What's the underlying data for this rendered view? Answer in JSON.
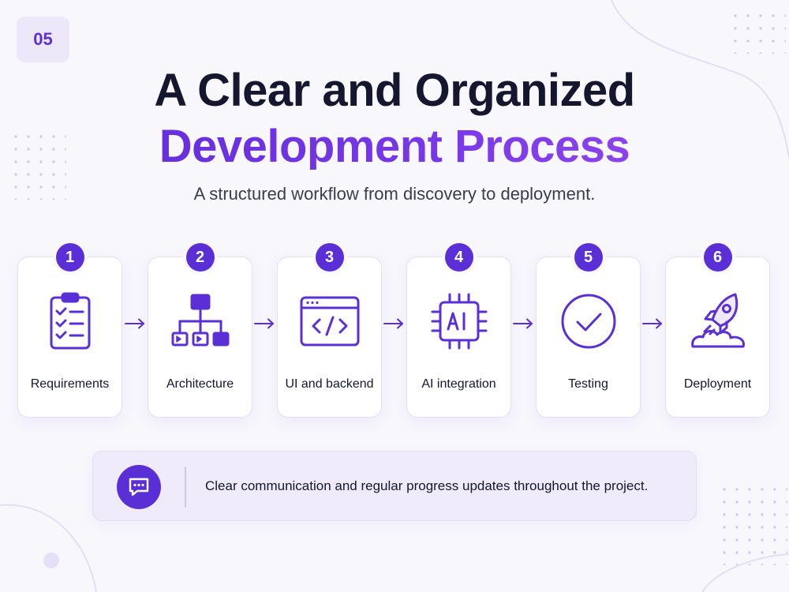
{
  "page_badge": "05",
  "title_line1": "A Clear and Organized",
  "title_line2": "Development Process",
  "subtitle": "A structured workflow from discovery to deployment.",
  "steps": [
    {
      "number": "1",
      "label": "Requirements",
      "icon": "clipboard-checklist-icon"
    },
    {
      "number": "2",
      "label": "Architecture",
      "icon": "hierarchy-diagram-icon"
    },
    {
      "number": "3",
      "label": "UI and backend",
      "icon": "code-window-icon"
    },
    {
      "number": "4",
      "label": "AI integration",
      "icon": "ai-chip-icon"
    },
    {
      "number": "5",
      "label": "Testing",
      "icon": "check-circle-icon"
    },
    {
      "number": "6",
      "label": "Deployment",
      "icon": "rocket-icon"
    }
  ],
  "note": {
    "text": "Clear communication and regular progress updates throughout the project.",
    "icon": "chat-bubble-icon"
  },
  "colors": {
    "accent": "#5b2fd6",
    "title_dark": "#15172e",
    "background": "#f8f7fc",
    "card_border": "#e4dff4"
  }
}
